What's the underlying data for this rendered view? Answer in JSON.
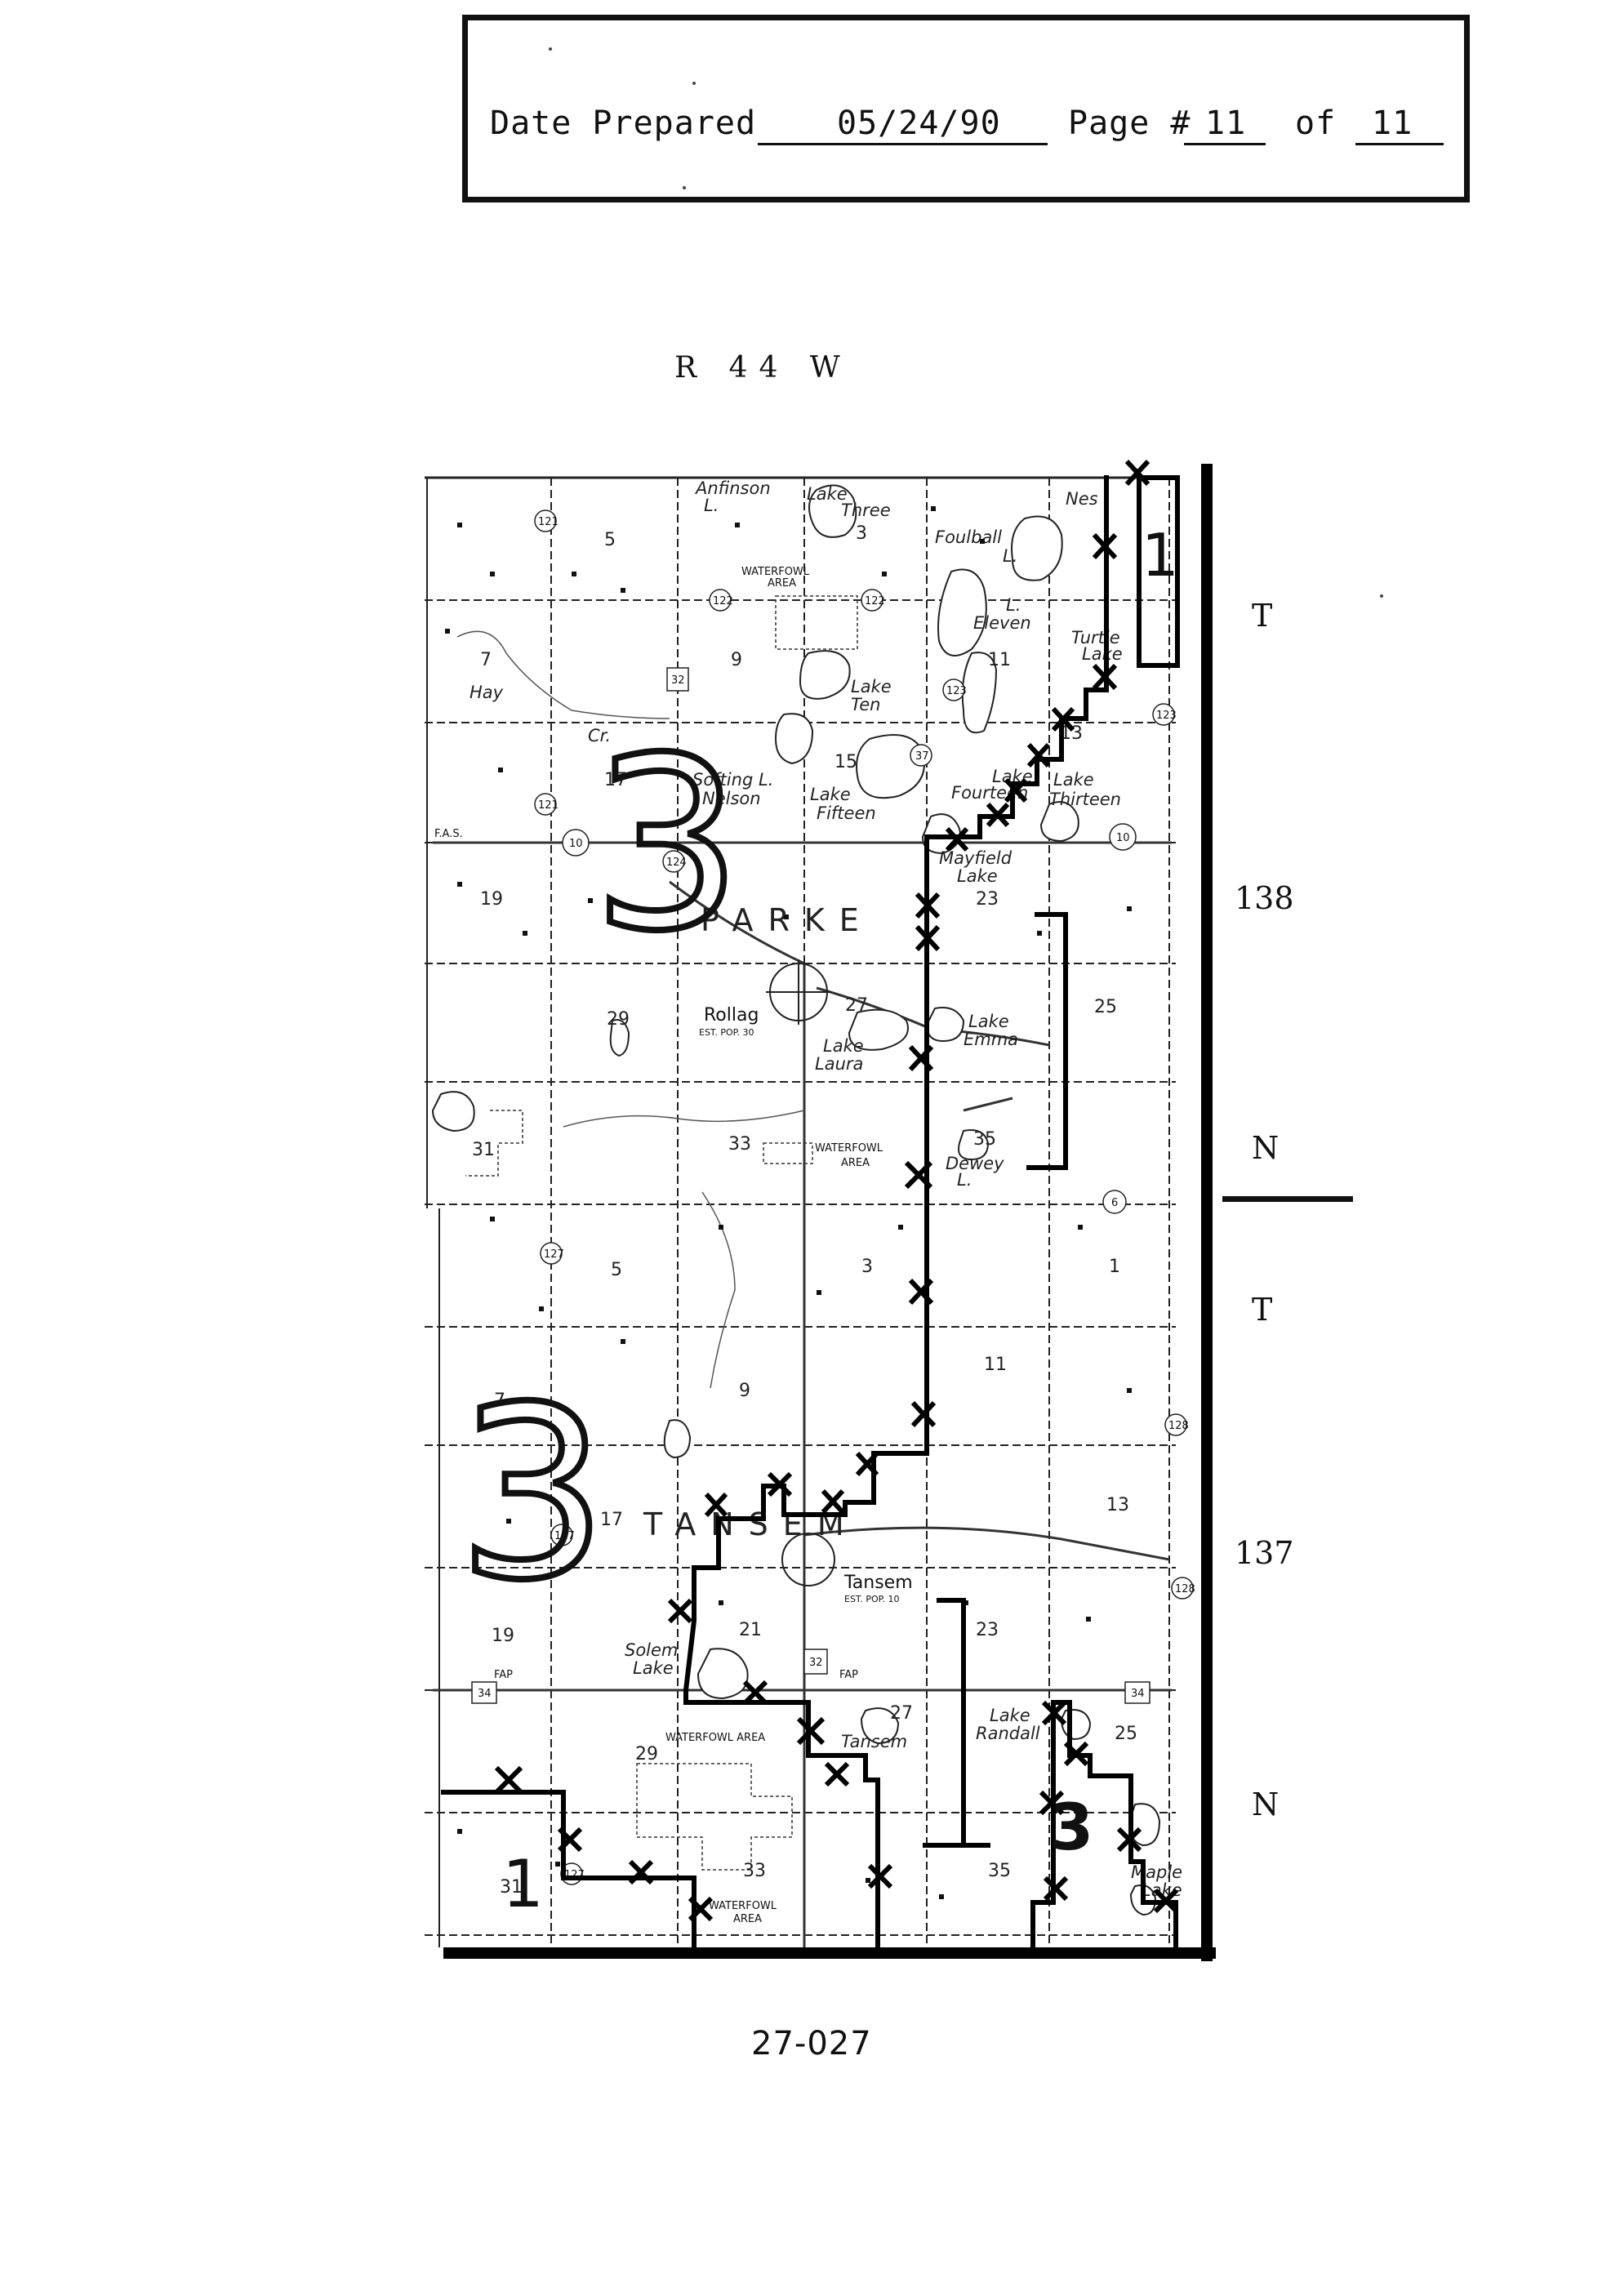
{
  "header": {
    "date_label": "Date Prepared",
    "date_value": "05/24/90",
    "page_label": "Page #",
    "page_value": "11",
    "of_label": "of",
    "of_value": "11"
  },
  "range_label": "R 44 W",
  "township_labels": {
    "t1": "T",
    "num1": "138",
    "n1": "N",
    "t2": "T",
    "num2": "137",
    "n2": "N"
  },
  "footer_code": "27-027",
  "map": {
    "townships": [
      "PARKE",
      "TANSEM"
    ],
    "towns": [
      {
        "name": "Rollag",
        "pop": "EST. POP. 30"
      },
      {
        "name": "Tansem",
        "pop": "EST. POP. 10"
      }
    ],
    "lakes": {
      "anfinson": "Anfinson",
      "anfinson2": "L.",
      "lake_three_1": "Lake",
      "lake_three_2": "Three",
      "nes": "Nes",
      "foulball_1": "Foulball",
      "foulball_2": "L.",
      "eleven_1": "L.",
      "eleven_2": "Eleven",
      "turtle_1": "Turtle",
      "turtle_2": "Lake",
      "lake_ten_1": "Lake",
      "lake_ten_2": "Ten",
      "softing": "Softing L.",
      "nelson": "Nelson",
      "fifteen_1": "Lake",
      "fifteen_2": "Fifteen",
      "fourteen_1": "Lake",
      "fourteen_2": "Fourteen",
      "thirteen_1": "Lake",
      "thirteen_2": "Thirteen",
      "mayfield_1": "Mayfield",
      "mayfield_2": "Lake",
      "emma_1": "Lake",
      "emma_2": "Emma",
      "laura_1": "Lake",
      "laura_2": "Laura",
      "dewey_1": "Dewey",
      "dewey_2": "L.",
      "solem_1": "Solem",
      "solem_2": "Lake",
      "tansem_lake": "Tansem",
      "randall_1": "Lake",
      "randall_2": "Randall",
      "maple_1": "Maple",
      "maple_2": "Lake",
      "hay": "Hay",
      "cr": "Cr."
    },
    "waterfowl": {
      "w1": "WATERFOWL",
      "w1b": "AREA",
      "w2": "WATERFOWL",
      "w2b": "AREA",
      "w3": "WATERFOWL AREA",
      "w4": "WATERFOWL",
      "w4b": "AREA"
    },
    "road_labels": {
      "fas": "F.A.S.",
      "fap": "FAP",
      "r10": "10",
      "r6": "6",
      "r32": "32",
      "r34": "34",
      "r37": "37",
      "r121": "121",
      "r122": "122",
      "r123": "123",
      "r124": "124",
      "r127": "127",
      "r128": "128"
    },
    "annotations": {
      "big3a": "3",
      "big3b": "3",
      "big3c": "3",
      "one_a": "1",
      "one_b": "1"
    },
    "sections": {
      "s5": "5",
      "s3": "3",
      "s9": "9",
      "s11": "11",
      "s7": "7",
      "s13": "13",
      "s15": "15",
      "s17": "17",
      "s19": "19",
      "s23": "23",
      "s25": "25",
      "s27": "27",
      "s29": "29",
      "s31": "31",
      "s33": "33",
      "s35": "35",
      "b5": "5",
      "b3": "3",
      "b1": "1",
      "b7": "7",
      "b9": "9",
      "b11": "11",
      "b13": "13",
      "b17": "17",
      "b19": "19",
      "b21": "21",
      "b23": "23",
      "b25": "25",
      "b27": "27",
      "b29": "29",
      "b31": "31",
      "b33": "33",
      "b35": "35"
    }
  }
}
